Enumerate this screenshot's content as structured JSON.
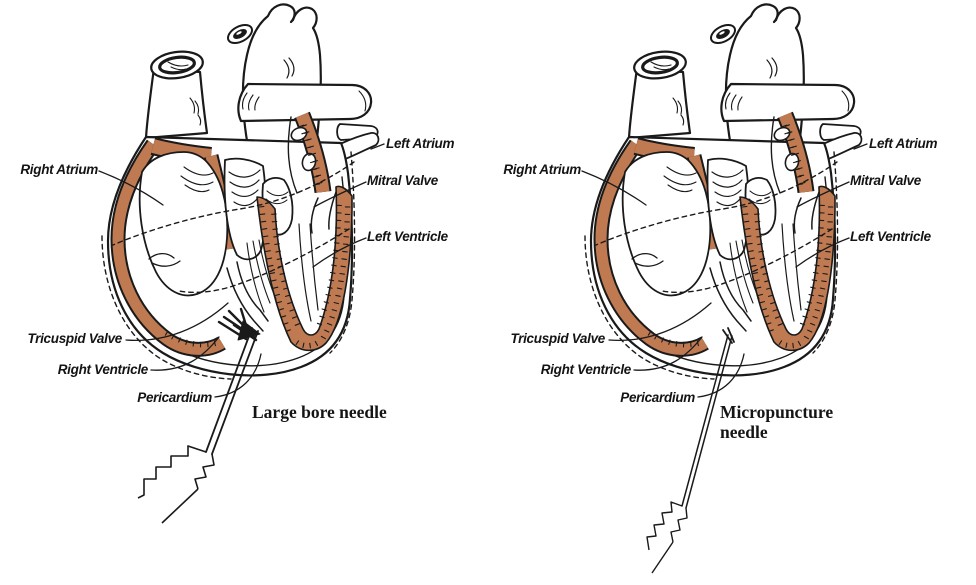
{
  "figure": {
    "type": "medical-illustration",
    "subject": "heart cross-section pericardiocentesis comparison",
    "colors": {
      "myocardium_fill": "#bf7a52",
      "outline": "#1a1a1a",
      "background": "#ffffff"
    },
    "panels": [
      {
        "name": "large-bore-needle-heart",
        "needle_label": "Large bore needle",
        "labels": {
          "right_atrium": "Right Atrium",
          "left_atrium": "Left Atrium",
          "mitral_valve": "Mitral Valve",
          "left_ventricle": "Left Ventricle",
          "tricuspid_valve": "Tricuspid Valve",
          "right_ventricle": "Right Ventricle",
          "pericardium": "Pericardium"
        }
      },
      {
        "name": "micropuncture-needle-heart",
        "needle_label": "Micropuncture needle",
        "labels": {
          "right_atrium": "Right Atrium",
          "left_atrium": "Left Atrium",
          "mitral_valve": "Mitral Valve",
          "left_ventricle": "Left Ventricle",
          "tricuspid_valve": "Tricuspid Valve",
          "right_ventricle": "Right Ventricle",
          "pericardium": "Pericardium"
        }
      }
    ]
  }
}
